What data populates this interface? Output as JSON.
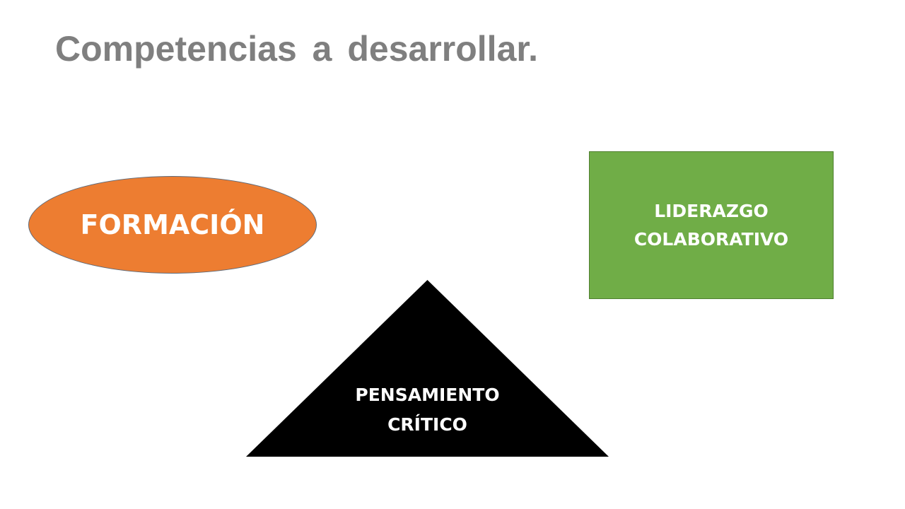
{
  "slide": {
    "title": "Competencias a desarrollar.",
    "title_color": "#7f7f7f"
  },
  "shapes": {
    "formacion": {
      "shape": "ellipse",
      "label": "FORMACIÓN",
      "fill": "#ed7d31",
      "text_color": "#ffffff"
    },
    "liderazgo": {
      "shape": "rectangle",
      "label_line1": "LIDERAZGO",
      "label_line2": "COLABORATIVO",
      "fill": "#70ad47",
      "text_color": "#ffffff"
    },
    "pensamiento": {
      "shape": "triangle",
      "label_line1": "PENSAMIENTO",
      "label_line2": "CRÍTICO",
      "fill": "#000000",
      "text_color": "#ffffff"
    }
  }
}
